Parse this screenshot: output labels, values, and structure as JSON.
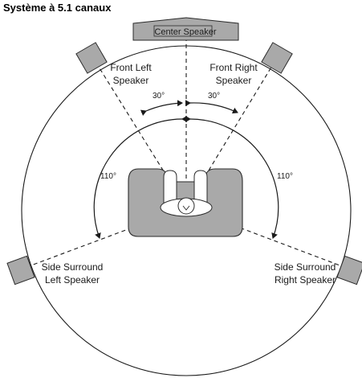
{
  "title": "Système à 5.1 canaux",
  "speakers": {
    "center": "Center Speaker",
    "front_left": [
      "Front Left",
      "Speaker"
    ],
    "front_right": [
      "Front Right",
      "Speaker"
    ],
    "side_left": [
      "Side Surround",
      "Left Speaker"
    ],
    "side_right": [
      "Side Surround",
      "Right Speaker"
    ]
  },
  "angles": {
    "front_left": "30°",
    "front_right": "30°",
    "surround_left": "110°",
    "surround_right": "110°"
  },
  "colors": {
    "speaker_fill": "#a9a9a9",
    "sofa_fill": "#a9a9a9",
    "line": "#1a1a1a"
  }
}
